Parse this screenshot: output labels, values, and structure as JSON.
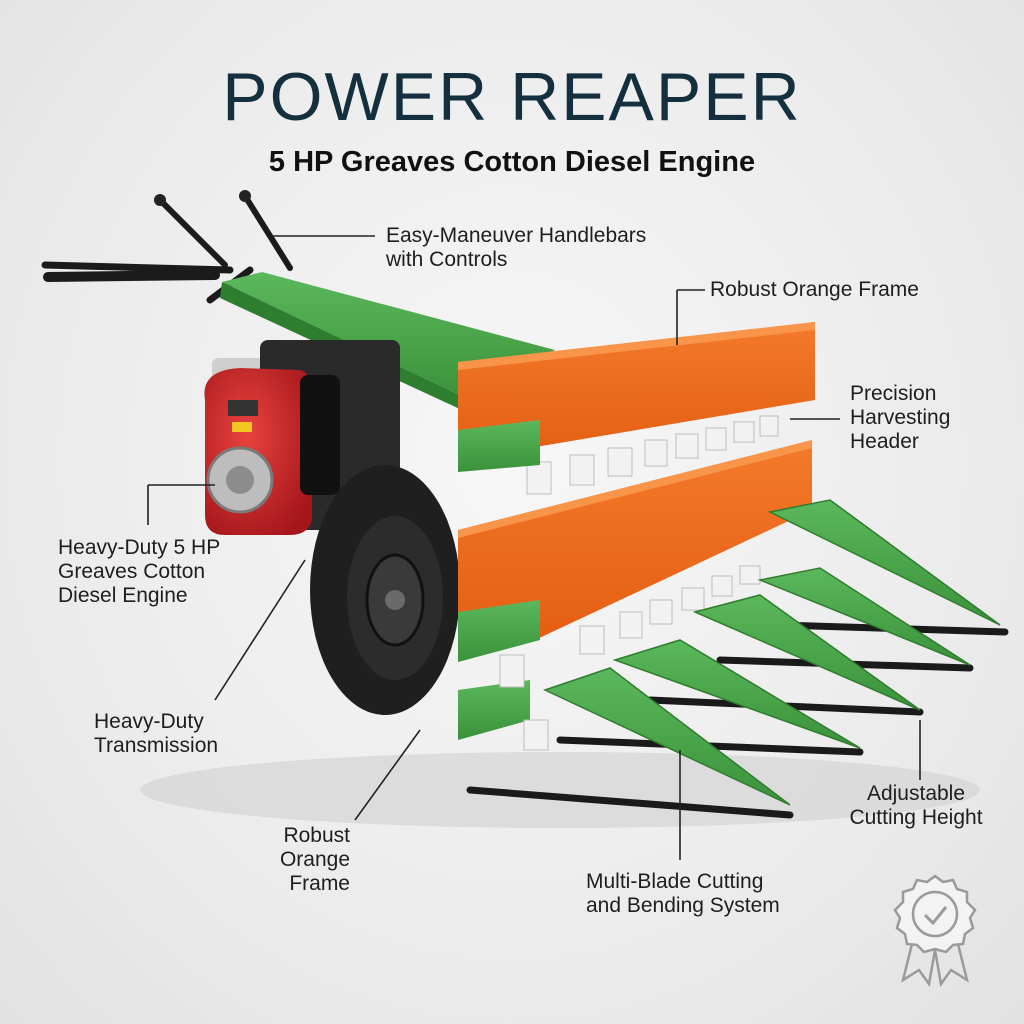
{
  "title": "POWER REAPER",
  "subtitle": "5 HP Greaves Cotton Diesel Engine",
  "callouts": {
    "handlebars": {
      "line1": "Easy-Maneuver Handlebars",
      "line2": "with Controls"
    },
    "frame_top": {
      "line1": "Robust Orange Frame"
    },
    "header": {
      "line1": "Precision",
      "line2": "Harvesting",
      "line3": "Header"
    },
    "engine": {
      "line1": "Heavy-Duty 5 HP",
      "line2": "Greaves Cotton",
      "line3": "Diesel Engine"
    },
    "transmission": {
      "line1": "Heavy-Duty",
      "line2": "Transmission"
    },
    "frame_bottom": {
      "line1": "Robust",
      "line2": "Orange",
      "line3": "Frame"
    },
    "blades": {
      "line1": "Multi-Blade Cutting",
      "line2": "and Bending System"
    },
    "height": {
      "line1": "Adjustable",
      "line2": "Cutting Height"
    }
  },
  "colors": {
    "frame": "#ee6a1e",
    "guard": "#3f9c3f",
    "engine": "#d3242a",
    "title": "#14303f"
  },
  "badge_icon": "award-badge-icon"
}
